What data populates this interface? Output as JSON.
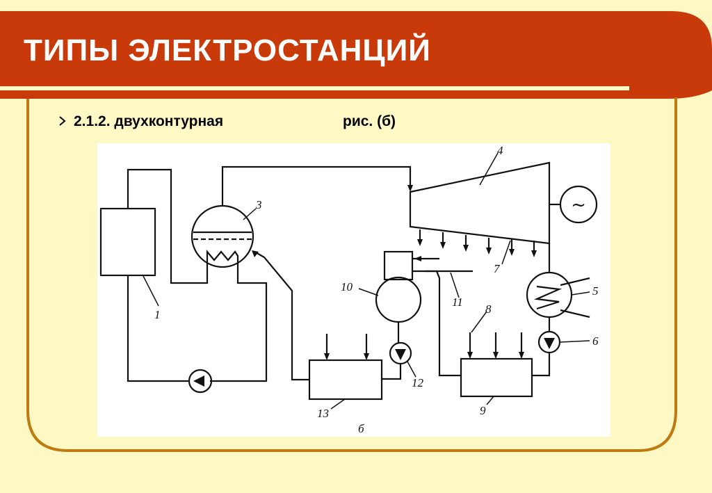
{
  "slide": {
    "title": "ТИПЫ ЭЛЕКТРОСТАНЦИЙ",
    "bullet_text": "2.1.2. двухконтурная",
    "figure_ref": "рис. (б)"
  },
  "diagram": {
    "labels": [
      "1",
      "3",
      "4",
      "5",
      "6",
      "7",
      "8",
      "9",
      "10",
      "11",
      "12",
      "13"
    ],
    "caption": "б",
    "generator_symbol": "~"
  },
  "colors": {
    "background": "#fdf8c4",
    "header": "#c93a0a",
    "frame": "#c07a10",
    "line": "#111111"
  }
}
